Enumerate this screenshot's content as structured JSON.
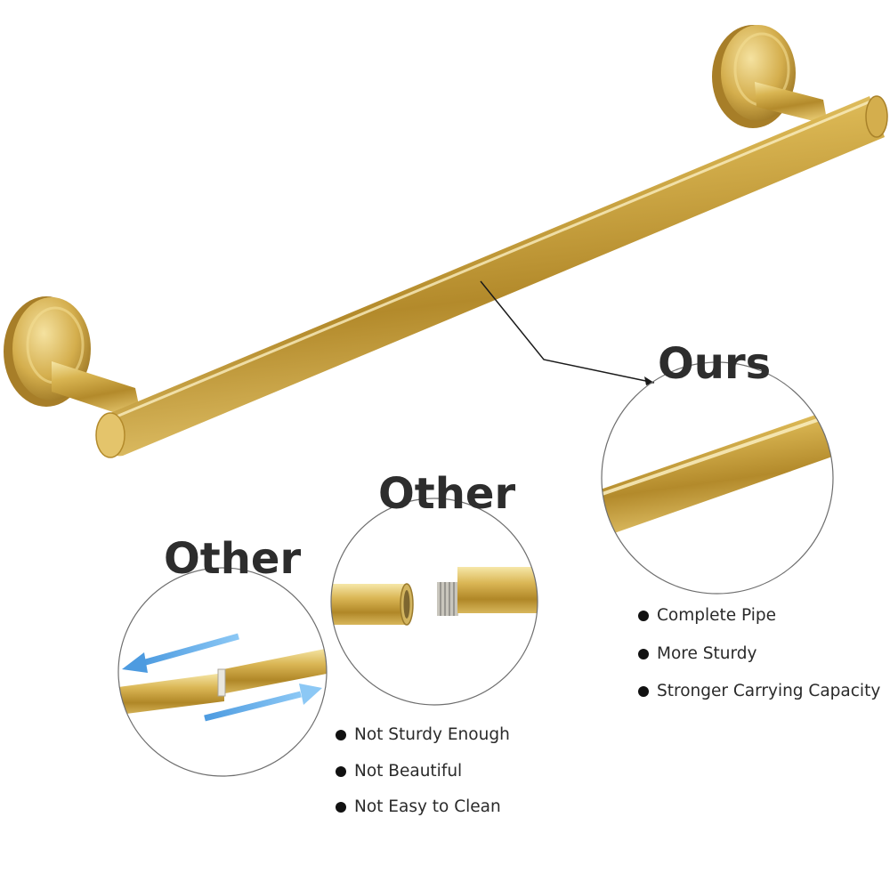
{
  "labels": {
    "ours": "Ours",
    "other_center": "Other",
    "other_left": "Other"
  },
  "ours_features": [
    "Complete Pipe",
    "More Sturdy",
    "Stronger Carrying Capacity"
  ],
  "other_drawbacks": [
    "Not Sturdy Enough",
    "Not Beautiful",
    "Not Easy to Clean"
  ],
  "colors": {
    "gold_light": "#f3dc8e",
    "gold_mid": "#c9a23f",
    "gold_dark": "#8d6b1c",
    "arrow_blue": "#6fb6ee",
    "heading_text": "#2d2d2d"
  },
  "icons": {
    "bullet": "bullet-dot-icon",
    "move_left": "arrow-left-icon",
    "move_right": "arrow-right-icon"
  }
}
